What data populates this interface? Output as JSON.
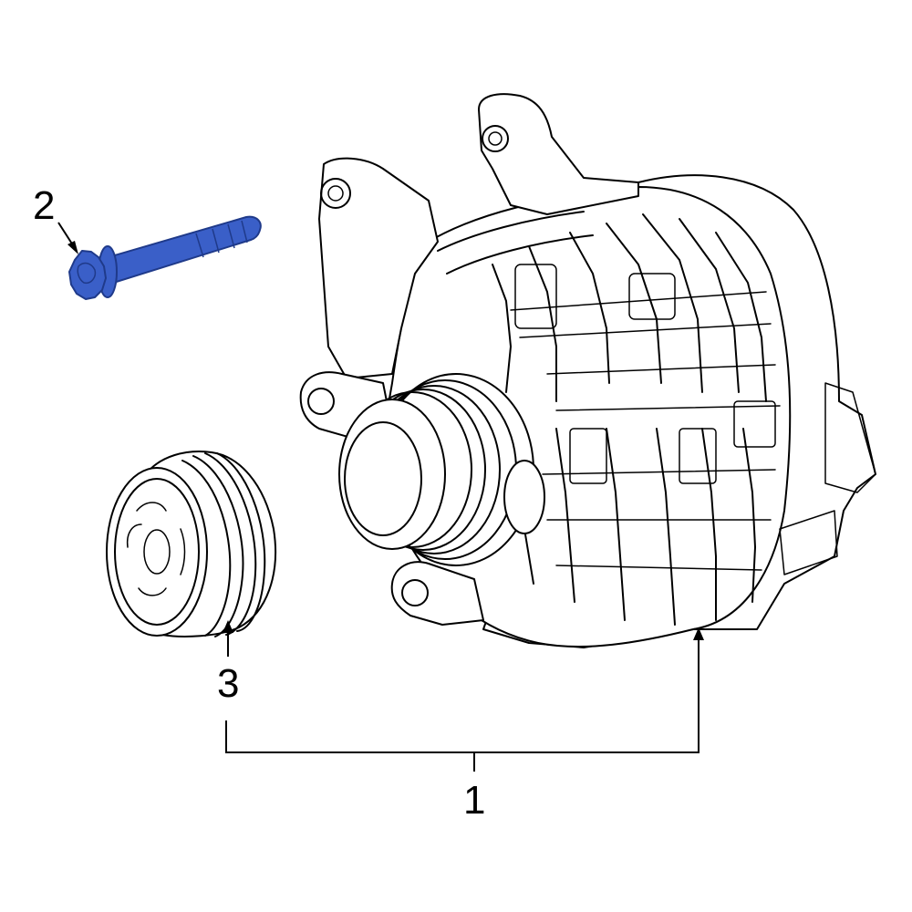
{
  "diagram": {
    "callouts": [
      {
        "id": "1",
        "label": "1"
      },
      {
        "id": "2",
        "label": "2"
      },
      {
        "id": "3",
        "label": "3"
      }
    ],
    "colors": {
      "highlight": "#3a5fc8",
      "highlight_dark": "#1f3a8a",
      "line": "#000000",
      "background": "#ffffff"
    }
  }
}
